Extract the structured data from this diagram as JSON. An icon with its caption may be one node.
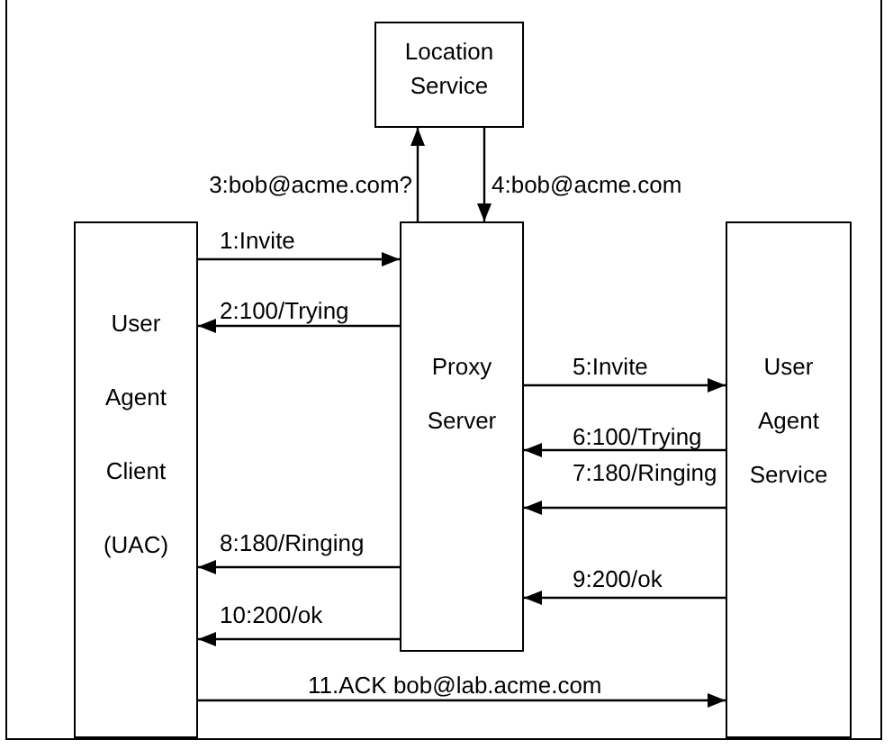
{
  "diagram": {
    "nodes": [
      {
        "text": [
          "Location Service"
        ]
      },
      {
        "text": [
          "User Agent Client (UAC)"
        ]
      },
      {
        "text": [
          "Proxy Server"
        ]
      },
      {
        "text": [
          "User Agent Service"
        ]
      }
    ],
    "edges": [
      {
        "from": 1,
        "to": 2,
        "arrow": "to",
        "label": "1:Invite"
      },
      {
        "from": 2,
        "to": 1,
        "arrow": "to",
        "label": "2:100/Trying"
      },
      {
        "from": 2,
        "to": 0,
        "arrow": "to",
        "label": "3:bob@acme.com?"
      },
      {
        "from": 0,
        "to": 2,
        "arrow": "to",
        "label": "4:bob@acme.com"
      },
      {
        "from": 2,
        "to": 3,
        "arrow": "to",
        "label": "5:Invite"
      },
      {
        "from": 3,
        "to": 2,
        "arrow": "to",
        "label": "6:100/Trying"
      },
      {
        "from": 3,
        "to": 2,
        "arrow": "to",
        "label": "7:180/Ringing"
      },
      {
        "from": 2,
        "to": 1,
        "arrow": "to",
        "label": "8:180/Ringing"
      },
      {
        "from": 3,
        "to": 2,
        "arrow": "to",
        "label": "9:200/ok"
      },
      {
        "from": 2,
        "to": 1,
        "arrow": "to",
        "label": "10:200/ok"
      },
      {
        "from": 1,
        "to": 3,
        "arrow": "to",
        "label": "11.ACK bob@lab.acme.com"
      }
    ]
  }
}
